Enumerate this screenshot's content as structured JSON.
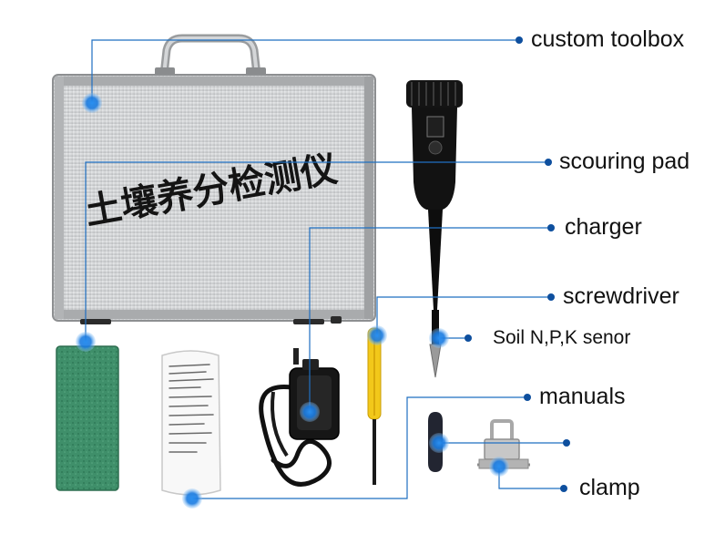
{
  "case_inscription": "土壤养分检测仪",
  "labels": {
    "custom_toolbox": "custom toolbox",
    "scouring_pad": "scouring pad",
    "charger": "charger",
    "screwdriver": "screwdriver",
    "sensor": "Soil N,P,K senor",
    "manuals": "manuals",
    "clamp": "clamp"
  },
  "colors": {
    "callout_line": "#1f6fc1",
    "callout_dot": "#1e88e5",
    "label_dot": "#0e4f9e",
    "case": "#c9cbcd",
    "sponge": "#3f8f6a",
    "screwdriver": "#f2c81a",
    "sensor_body": "#111111"
  }
}
